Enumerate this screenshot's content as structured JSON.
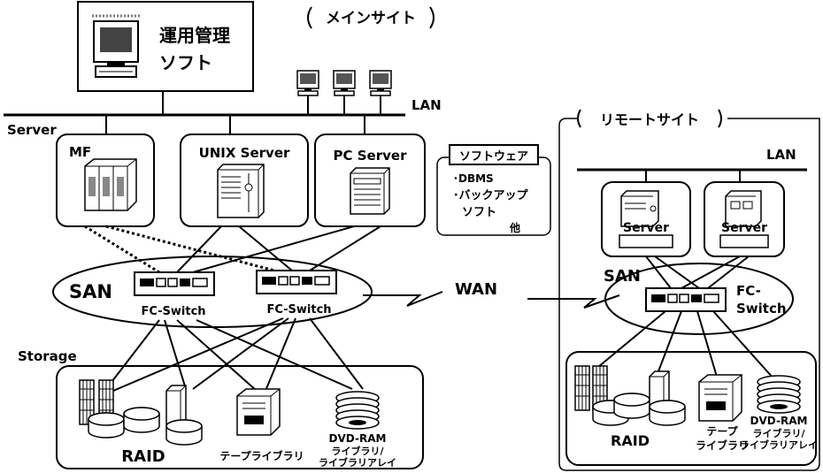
{
  "main_site": {
    "title": "メインサイト",
    "mgmt_software": {
      "line1": "運用管理",
      "line2": "ソフト"
    },
    "lan_label": "LAN",
    "server_section": "Server",
    "servers": [
      {
        "label": "MF"
      },
      {
        "label": "UNIX Server"
      },
      {
        "label": "PC Server"
      }
    ],
    "software_box": {
      "title": "ソフトウェア",
      "item1": "･DBMS",
      "item2": "･バックアップ",
      "item3": "ソフト",
      "item4": "他"
    },
    "san_label": "SAN",
    "switch_labels": [
      "FC-Switch",
      "FC-Switch"
    ],
    "storage_section": "Storage",
    "storage": {
      "raid": "RAID",
      "tape": "テープライブラリ",
      "dvd1": "DVD-RAM",
      "dvd2": "ライブラリ/",
      "dvd3": "ライブラリアレイ"
    }
  },
  "wan_label": "WAN",
  "remote_site": {
    "title": "リモートサイト",
    "lan_label": "LAN",
    "servers": [
      {
        "label": "Server"
      },
      {
        "label": "Server"
      }
    ],
    "san_label": "SAN",
    "switch_line1": "FC-",
    "switch_line2": "Switch",
    "storage": {
      "raid": "RAID",
      "tape1": "テープ",
      "tape2": "ライブラリ",
      "dvd1": "DVD-RAM",
      "dvd2": "ライブラリ/",
      "dvd3": "ライブラリアレイ"
    }
  }
}
